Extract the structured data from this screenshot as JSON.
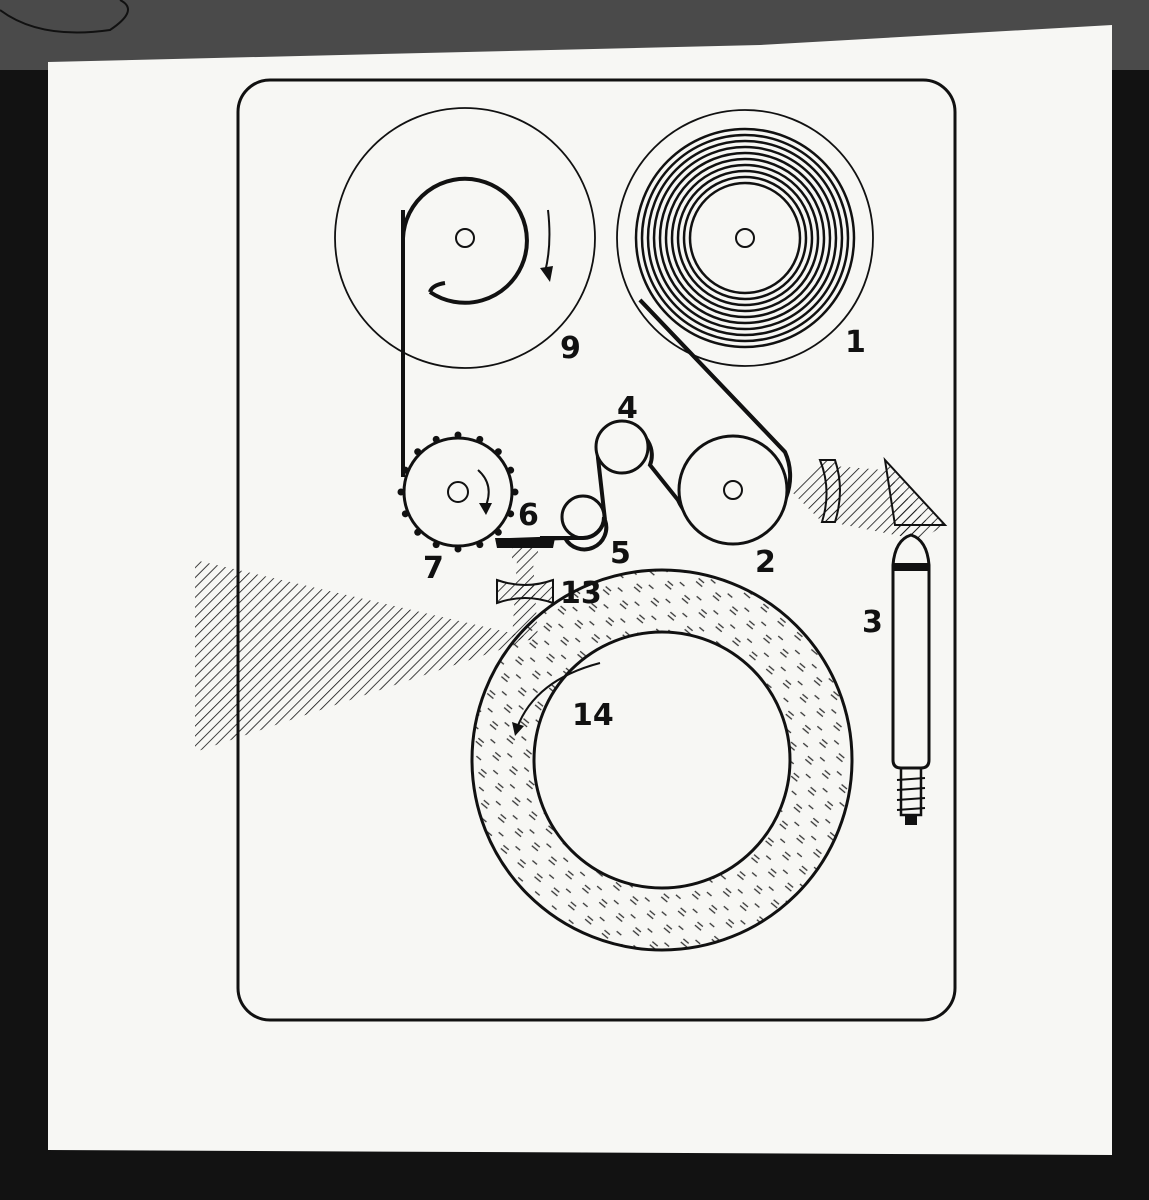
{
  "diagram": {
    "title": "Film projector mechanism schematic",
    "labels": {
      "supply_reel": "1",
      "feed_roller": "2",
      "lamp": "3",
      "upper_roller": "4",
      "lower_roller": "5",
      "film_gate": "6",
      "sprocket": "7",
      "takeup_reel": "9",
      "lens": "13",
      "rotating_disc": "14"
    },
    "colors": {
      "ink": "#111111",
      "paper": "#f7f7f4",
      "background": "#121212",
      "strip": "#4a4a4a"
    }
  }
}
